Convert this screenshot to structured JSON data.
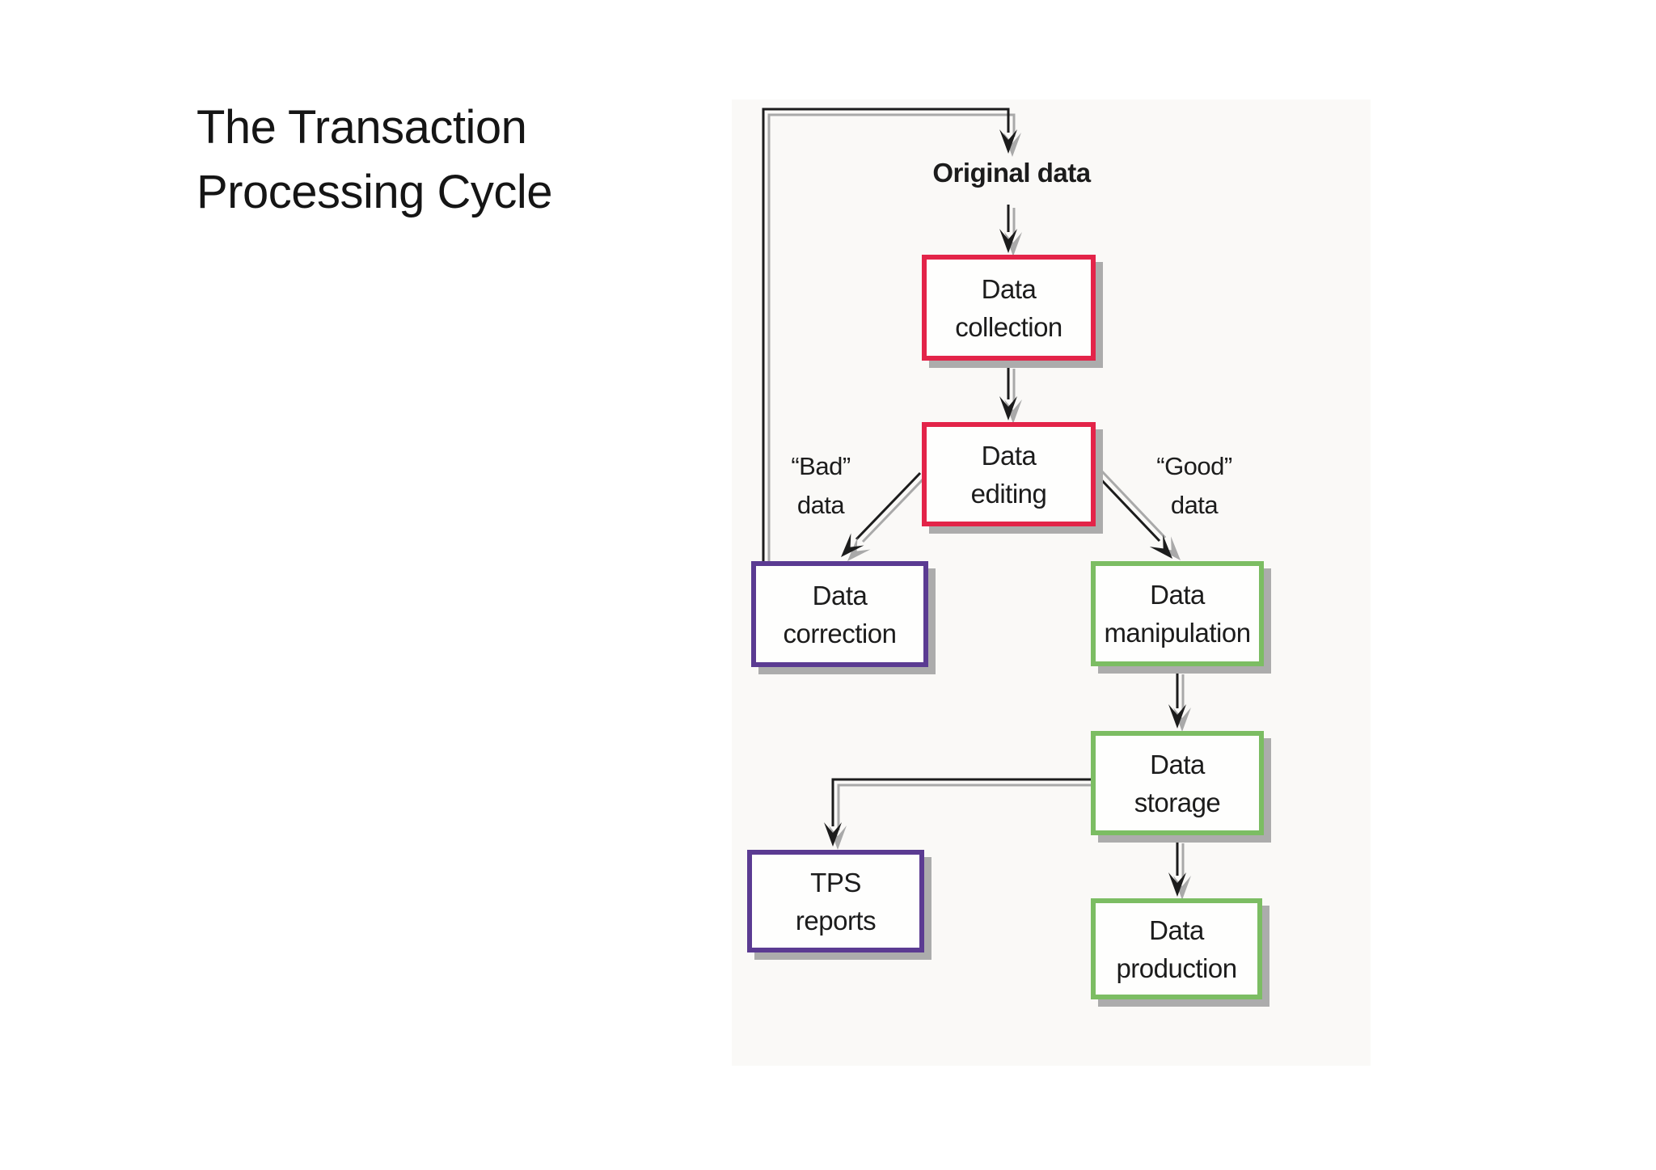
{
  "slide": {
    "title_line1": "The Transaction",
    "title_line2": "Processing Cycle"
  },
  "diagram": {
    "original_data_label": "Original data",
    "branch_labels": {
      "bad": {
        "line1": "“Bad”",
        "line2": "data"
      },
      "good": {
        "line1": "“Good”",
        "line2": "data"
      }
    },
    "nodes": {
      "collection": {
        "line1": "Data",
        "line2": "collection",
        "border_color": "#e32449"
      },
      "editing": {
        "line1": "Data",
        "line2": "editing",
        "border_color": "#e32449"
      },
      "correction": {
        "line1": "Data",
        "line2": "correction",
        "border_color": "#5b3b92"
      },
      "manipulation": {
        "line1": "Data",
        "line2": "manipulation",
        "border_color": "#7cbd63"
      },
      "storage": {
        "line1": "Data",
        "line2": "storage",
        "border_color": "#7cbd63"
      },
      "tps_reports": {
        "line1": "TPS",
        "line2": "reports",
        "border_color": "#5b3b92"
      },
      "production": {
        "line1": "Data",
        "line2": "production",
        "border_color": "#7cbd63"
      }
    },
    "colors": {
      "red": "#e32449",
      "purple": "#5b3b92",
      "green": "#7cbd63",
      "arrow": "#1c1c1c",
      "arrow_shadow": "#a9a9a9",
      "box_shadow": "#acacac",
      "panel_background": "#faf9f7"
    }
  }
}
